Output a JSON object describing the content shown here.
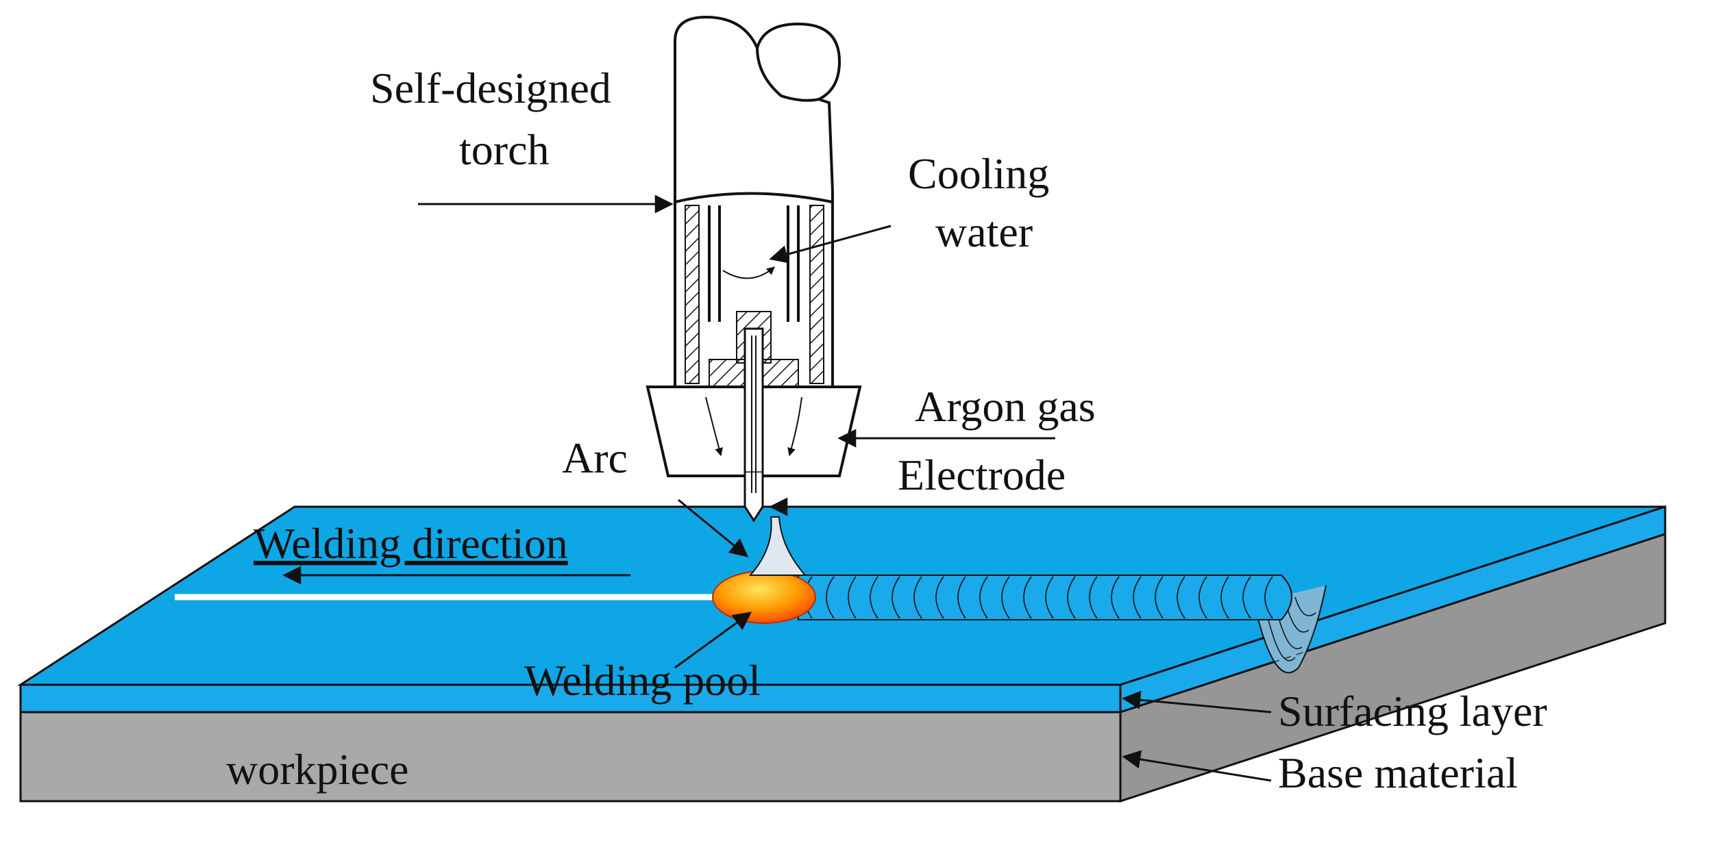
{
  "labels": {
    "torch": [
      "Self-designed",
      "torch"
    ],
    "cooling": [
      "Cooling",
      "water"
    ],
    "argon": "Argon gas",
    "electrode": "Electrode",
    "arc": "Arc",
    "direction": "Welding direction",
    "pool": "Welding pool",
    "surfacing": "Surfacing layer",
    "base": "Base material",
    "workpiece": "workpiece"
  },
  "colors": {
    "surfacing_top": "#0fa6e6",
    "surfacing_front": "#1aa9ea",
    "base_front": "#a9a9a9",
    "base_side": "#8f8f8f",
    "pool_inner": "#ffd21a",
    "pool_outer": "#ff4b00",
    "line": "#111111"
  }
}
